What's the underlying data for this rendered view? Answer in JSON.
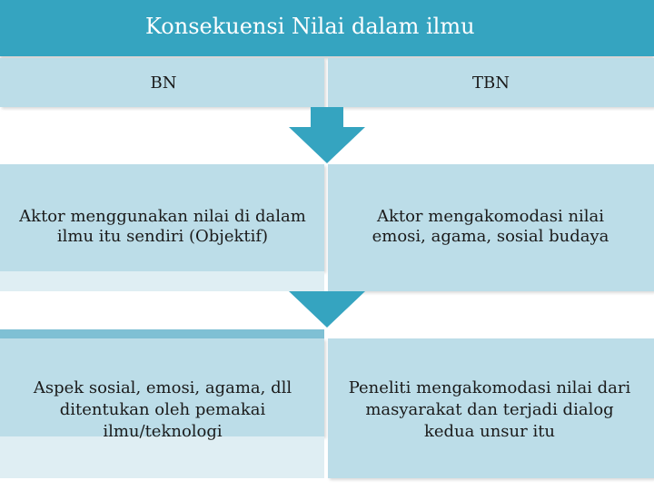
{
  "title": "Konsekuensi Nilai dalam ilmu",
  "columns": {
    "left_header": "BN",
    "right_header": "TBN"
  },
  "rows": [
    {
      "left": "Aktor menggunakan nilai di dalam ilmu itu sendiri (Objektif)",
      "right": "Aktor mengakomodasi nilai emosi, agama, sosial budaya"
    },
    {
      "left": "Aspek sosial, emosi, agama, dll ditentukan oleh pemakai ilmu/teknologi",
      "right": "Peneliti mengakomodasi nilai dari masyarakat dan terjadi dialog kedua unsur itu"
    }
  ],
  "colors": {
    "header": "#35a4c0",
    "box": "#bcdde8",
    "box_light": "#dfeef3",
    "arrow": "#35a4c0"
  }
}
